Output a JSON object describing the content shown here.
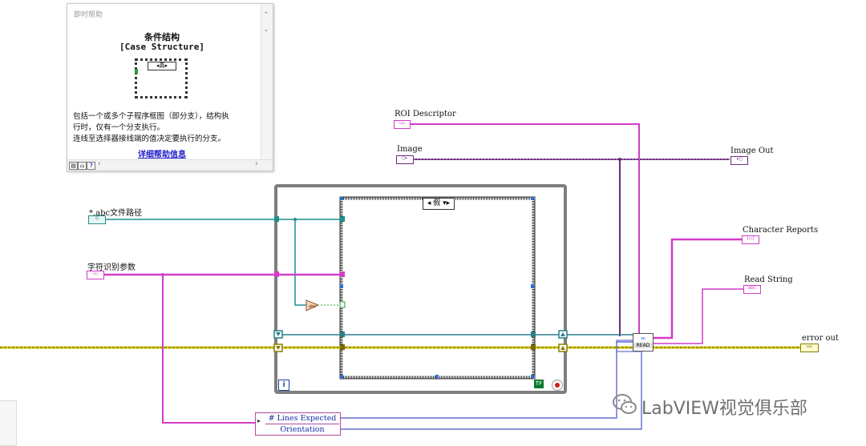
{
  "help_window": {
    "title": "即时帮助",
    "heading_cn": "条件结构",
    "heading_en": "[Case Structure]",
    "preview_selector": "真",
    "description_lines": [
      "包括一个或多个子程序框图（即分支），结构执",
      "行时，仅有一个分支执行。",
      "连线至选择器接线端的值决定要执行的分支。"
    ],
    "detail_link": "详细帮助信息"
  },
  "controls": {
    "roi_descriptor": "ROI Descriptor",
    "image": "Image",
    "file_path": "*.abc文件路径",
    "ocr_params": "字符识别参数"
  },
  "indicators": {
    "image_out": "Image Out",
    "character_reports": "Character Reports",
    "read_string": "Read String",
    "error_out": "error out"
  },
  "case_structure": {
    "selector_value": "假"
  },
  "while_loop": {
    "iteration": "i",
    "stop_terminal": "TF"
  },
  "unbundle": {
    "items": [
      "# Lines Expected",
      "Orientation"
    ]
  },
  "ocr_node": {
    "label": "READ"
  },
  "watermark": {
    "text": "LabVIEW视觉俱乐部"
  },
  "colors": {
    "path_wire": "#1f8f8f",
    "cluster_wire": "#d23cc8",
    "error_wire": "#d6c800",
    "image_wire": "#6b2b7a",
    "ref_wire": "#2a7f8a",
    "blue_wire": "#4450c8",
    "loop_frame": "#808080",
    "case_frame": "#333333"
  },
  "icons": [
    "help-toggle-icon",
    "lock-icon",
    "question-icon",
    "stop-icon",
    "wechat-icon"
  ]
}
